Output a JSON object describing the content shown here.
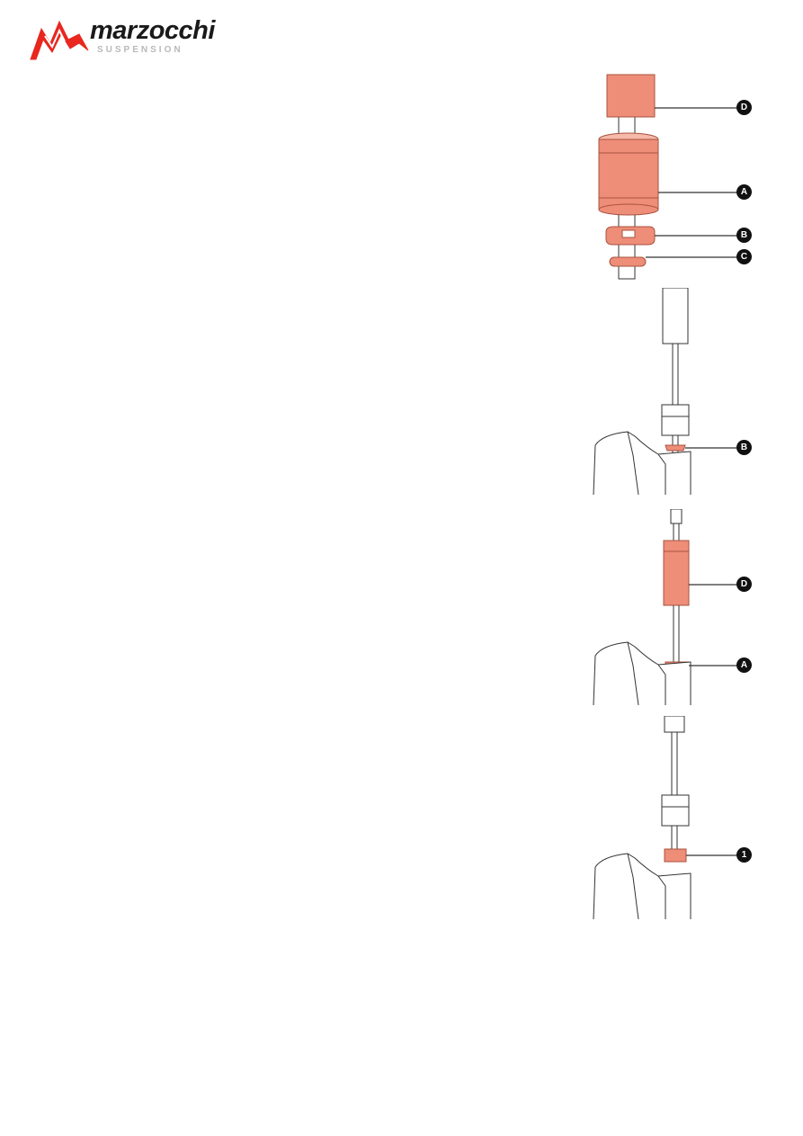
{
  "brand": {
    "name": "marzocchi",
    "sub": "SUSPENSION",
    "accent_color": "#e8271f"
  },
  "colors": {
    "part_fill": "#ee8d78",
    "part_stroke": "#a8523f",
    "line": "#333333"
  },
  "figures": [
    {
      "callouts": [
        "D",
        "A",
        "B",
        "C"
      ]
    },
    {
      "callouts": [
        "B"
      ]
    },
    {
      "callouts": [
        "D",
        "A"
      ]
    },
    {
      "callouts": [
        "1"
      ]
    }
  ]
}
